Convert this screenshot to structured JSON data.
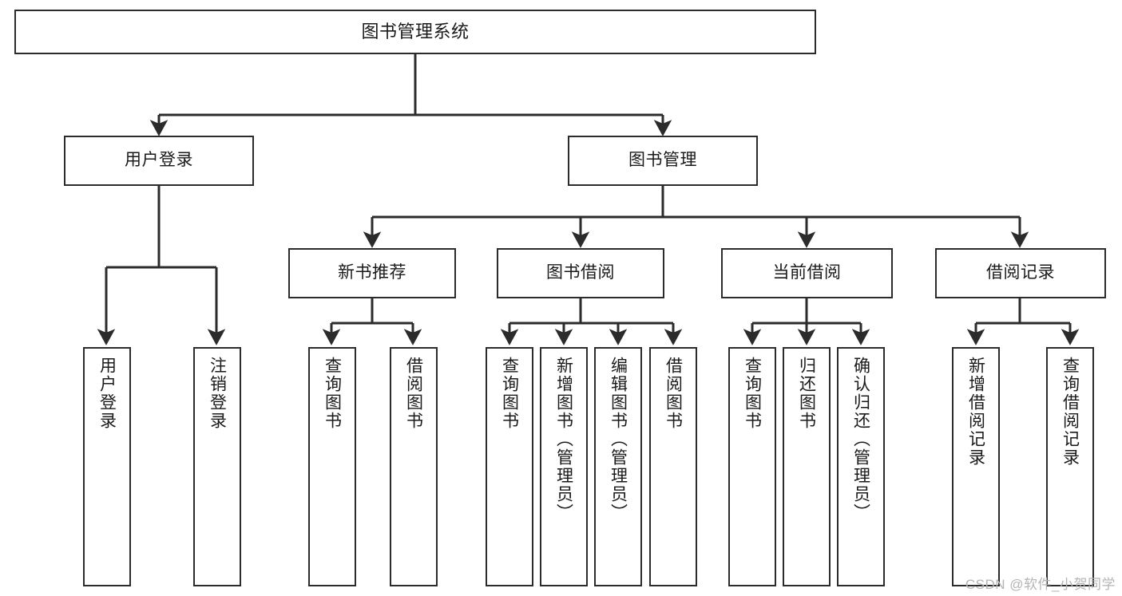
{
  "diagram": {
    "title": "图书管理系统",
    "watermark": "CSDN @软件_小贺同学",
    "line_color": "#2b2b2b",
    "box_fill": "#ffffff",
    "text_color": "#1a1a1a",
    "root": {
      "label": "图书管理系统"
    },
    "level2": [
      {
        "label": "用户登录"
      },
      {
        "label": "图书管理"
      }
    ],
    "level3": [
      {
        "label": "新书推荐"
      },
      {
        "label": "图书借阅"
      },
      {
        "label": "当前借阅"
      },
      {
        "label": "借阅记录"
      }
    ],
    "leaves": {
      "user_login": [
        {
          "label": "用户登录"
        },
        {
          "label": "注销登录"
        }
      ],
      "new_book": [
        {
          "label": "查询图书"
        },
        {
          "label": "借阅图书"
        }
      ],
      "borrow_book": [
        {
          "label": "查询图书"
        },
        {
          "label": "新增图书（管理员）"
        },
        {
          "label": "编辑图书（管理员）"
        },
        {
          "label": "借阅图书"
        }
      ],
      "current_borrow": [
        {
          "label": "查询图书"
        },
        {
          "label": "归还图书"
        },
        {
          "label": "确认归还（管理员）"
        }
      ],
      "borrow_record": [
        {
          "label": "新增借阅记录"
        },
        {
          "label": "查询借阅记录"
        }
      ]
    }
  }
}
